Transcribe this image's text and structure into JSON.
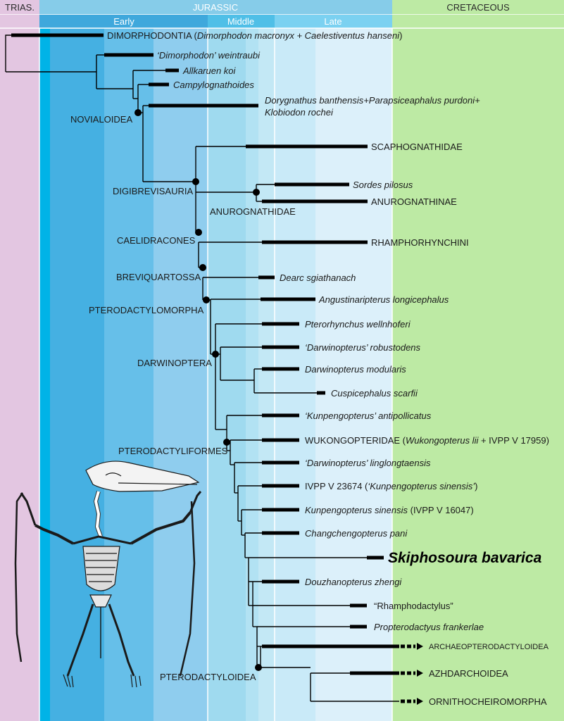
{
  "periods": {
    "triassic": "TRIAS.",
    "jurassic": "JURASSIC",
    "cretaceous": "CRETACEOUS"
  },
  "epochs": {
    "early": "Early",
    "middle": "Middle",
    "late": "Late"
  },
  "clades": {
    "novialoidea": "NOVIALOIDEA",
    "digibrevisauria": "DIGIBREVISAURIA",
    "anurognathidae": "ANUROGNATHIDAE",
    "caelidracones": "CAELIDRACONES",
    "breviquartossa": "BREVIQUARTOSSA",
    "pterodactylomorpha": "PTERODACTYLOMORPHA",
    "darwinoptera": "DARWINOPTERA",
    "pterodactyliformes": "PTERODACTYLIFORMES",
    "pterodactyloidea": "PTERODACTYLOIDEA"
  },
  "taxa": {
    "t1_a": "DIMORPHODONTIA (",
    "t1_b": "Dimorphodon macronyx + Caelestiventus hanseni",
    "t1_c": ")",
    "t2": "‘Dimorphodon’ weintraubi",
    "t3": "Allkaruen koi",
    "t4": "Campylognathoides",
    "t5_line1": "Dorygnathus banthensis+Parapsiceaphalus purdoni+",
    "t5_line2": "Klobiodon rochei",
    "t6": "SCAPHOGNATHIDAE",
    "t7": "Sordes pilosus",
    "t8": "ANUROGNATHINAE",
    "t9": "RHAMPHORHYNCHINI",
    "t10": "Dearc sgiathanach",
    "t11": "Angustinaripterus longicephalus",
    "t12": "Pterorhynchus wellnhoferi",
    "t13": "‘Darwinopterus’ robustodens",
    "t14": "Darwinopterus modularis",
    "t15": "Cuspicephalus scarfii",
    "t16": "‘Kunpengopterus’ antipollicatus",
    "t17_a": "WUKONGOPTERIDAE (",
    "t17_b": "Wukongopterus lii",
    "t17_c": " + IVPP V 17959)",
    "t18": "‘Darwinopterus’ linglongtaensis",
    "t19_a": "IVPP V 23674 (",
    "t19_b": "‘Kunpengopterus sinensis’",
    "t19_c": ")",
    "t20_a": "Kunpengopterus sinensis",
    "t20_b": " (IVPP V 16047)",
    "t21": "Changchengopterus pani",
    "t22": "Skiphosoura bavarica",
    "t23": "Douzhanopterus zhengi",
    "t24": "“Rhamphodactylus”",
    "t25": "Propterodactyus frankerlae",
    "t26": "ARCHAEOPTERODACTYLOIDEA",
    "t27": "AZHDARCHOIDEA",
    "t28": "ORNITHOCHEIROMORPHA"
  },
  "colors": {
    "triassic": "#e3c6e1",
    "jurassic_header": "#7fc8e8",
    "early_band": "#4aafdf",
    "middle_band": "#9fd9ef",
    "late_band": "#d4ecf7",
    "cretaceous": "#bdeaa4",
    "branch": "#000000"
  },
  "icons": {
    "skeleton": "pterosaur-skeleton-icon"
  }
}
